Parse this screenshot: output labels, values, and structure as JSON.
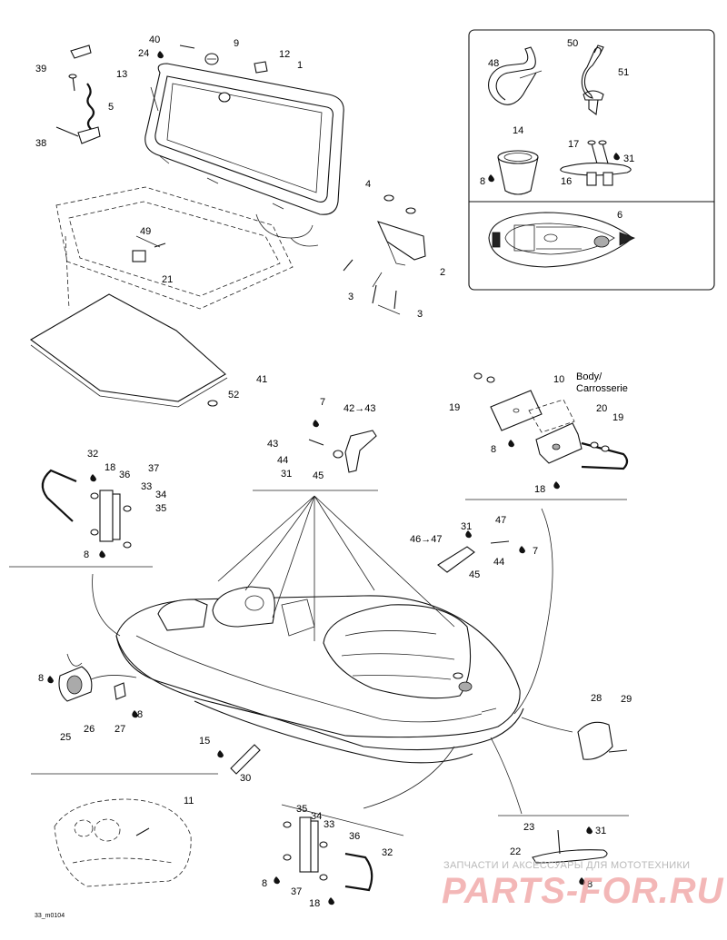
{
  "callouts": {
    "c1": "1",
    "c2": "2",
    "c3a": "3",
    "c3b": "3",
    "c4": "4",
    "c5": "5",
    "c6": "6",
    "c7a": "7",
    "c7b": "7",
    "c8a": "8",
    "c8b": "8",
    "c8c": "8",
    "c8d": "8",
    "c8e": "8",
    "c8f": "8",
    "c8g": "8",
    "c9": "9",
    "c10": "10",
    "c11": "11",
    "c12": "12",
    "c13": "13",
    "c14": "14",
    "c15": "15",
    "c16": "16",
    "c17": "17",
    "c18a": "18",
    "c18b": "18",
    "c18c": "18",
    "c19a": "19",
    "c19b": "19",
    "c20": "20",
    "c21": "21",
    "c22": "22",
    "c23": "23",
    "c24": "24",
    "c25": "25",
    "c26": "26",
    "c27": "27",
    "c28": "28",
    "c29": "29",
    "c30": "30",
    "c31a": "31",
    "c31b": "31",
    "c31c": "31",
    "c31d": "31",
    "c32a": "32",
    "c32b": "32",
    "c33a": "33",
    "c33b": "33",
    "c34a": "34",
    "c34b": "34",
    "c35a": "35",
    "c35b": "35",
    "c36a": "36",
    "c36b": "36",
    "c37a": "37",
    "c37b": "37",
    "c38": "38",
    "c39": "39",
    "c40": "40",
    "c41": "41",
    "c42": "42→43",
    "c43": "43",
    "c44a": "44",
    "c44b": "44",
    "c45a": "45",
    "c45b": "45",
    "c46": "46→47",
    "c47": "47",
    "c48": "48",
    "c49": "49",
    "c50": "50",
    "c51": "51",
    "c52": "52"
  },
  "note": {
    "line1": "Body/",
    "line2": "Carrosserie"
  },
  "drawing_id": "33_m0104",
  "watermark": {
    "tagline": "ЗАПЧАСТИ И АКСЕССУАРЫ ДЛЯ МОТОТЕХНИКИ",
    "brand": "PARTS-FOR.RU"
  }
}
